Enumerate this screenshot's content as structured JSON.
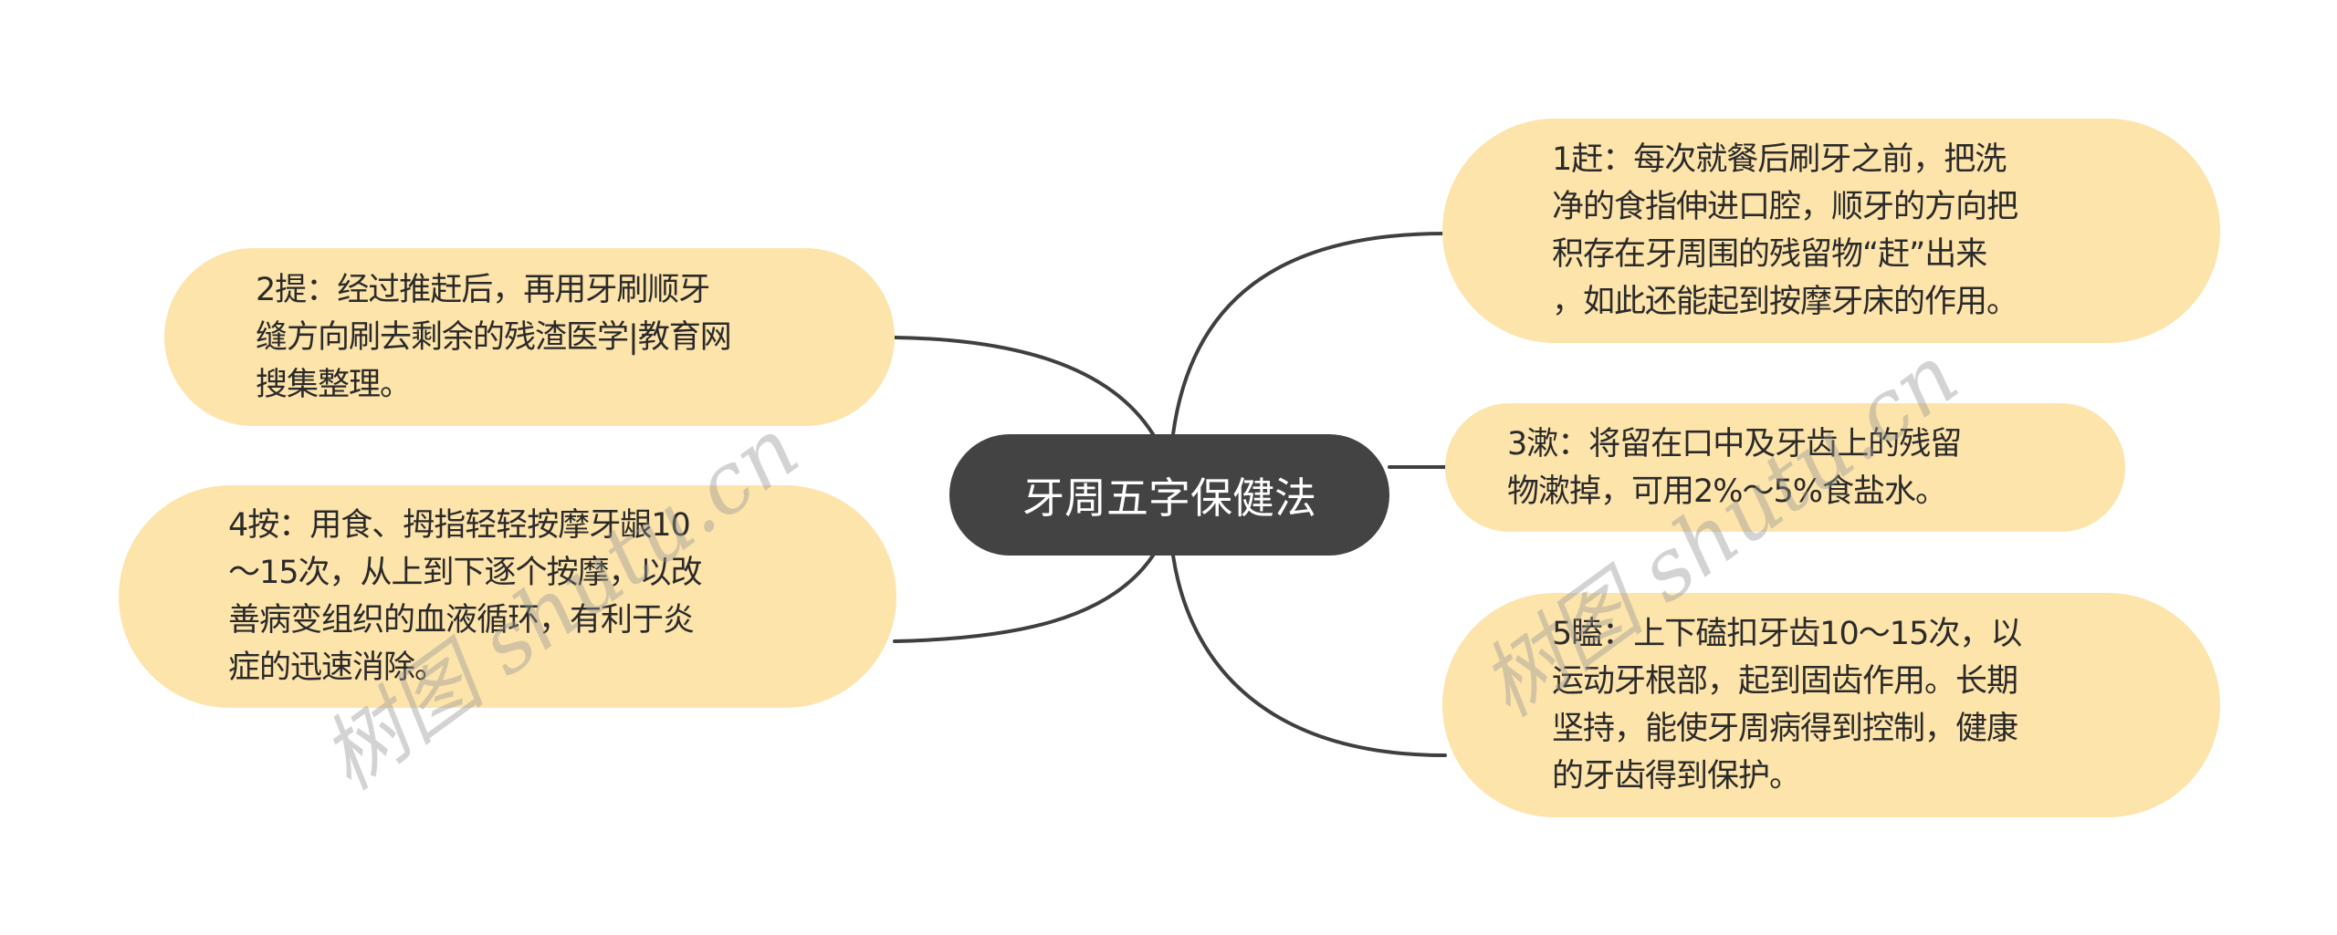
{
  "title": "牙周五字保健法",
  "colors": {
    "node_fill": "#FDE4AB",
    "center_fill": "#434343",
    "center_text": "#FFFFFF",
    "node_text": "#2A2A2A",
    "connector": "#3F3F3F",
    "watermark": "#969696"
  },
  "center": {
    "label": "牙周五字保健法"
  },
  "nodes": [
    {
      "id": "node-1",
      "side": "right",
      "label": "1赶：每次就餐后刷牙之前，把洗\n净的食指伸进口腔，顺牙的方向把\n积存在牙周围的残留物“赶”出来\n，如此还能起到按摩牙床的作用。"
    },
    {
      "id": "node-2",
      "side": "left",
      "label": "2提：经过推赶后，再用牙刷顺牙\n缝方向刷去剩余的残渣医学|教育网\n搜集整理。"
    },
    {
      "id": "node-3",
      "side": "right",
      "label": "3漱：将留在口中及牙齿上的残留\n物漱掉，可用2%～5%食盐水。"
    },
    {
      "id": "node-4",
      "side": "left",
      "label": "4按：用食、拇指轻轻按摩牙龈10\n～15次，从上到下逐个按摩，以改\n善病变组织的血液循环，有利于炎\n症的迅速消除。"
    },
    {
      "id": "node-5",
      "side": "right",
      "label": "5瞌：上下磕扣牙齿10～15次，以\n运动牙根部，起到固齿作用。长期\n坚持，能使牙周病得到控制，健康\n的牙齿得到保护。"
    }
  ],
  "watermarks": [
    {
      "text": "树图 shutu.cn"
    },
    {
      "text": "树图 shutu.cn"
    }
  ]
}
